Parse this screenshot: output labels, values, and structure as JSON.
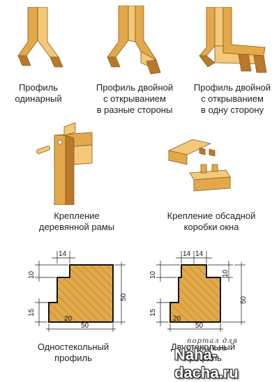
{
  "captions": {
    "single_profile": "Профиль\nодинарный",
    "double_diff": "Профиль двойной\nс открыванием\nв разные стороны",
    "double_same": "Профиль двойной\nс открыванием\nв одну сторону",
    "wood_frame": "Крепление\nдеревянной рамы",
    "casing_box": "Крепление обсадной\nкоробки окна",
    "single_glass": "Одностекольный\nпрофиль",
    "double_glass": "Двустекольный\nпрофиль"
  },
  "dims": {
    "top": "14",
    "left_top": "10",
    "left_bottom": "15",
    "bottom_inner": "20",
    "bottom_total": "50",
    "right_total": "50",
    "right_small": "10"
  },
  "watermark": {
    "tagline": "портал для дачников",
    "site": "Naha-dacha.ru"
  },
  "colors": {
    "wood": "#e2a94a",
    "wood_dark": "#b9782a",
    "wood_light": "#f2c978"
  }
}
